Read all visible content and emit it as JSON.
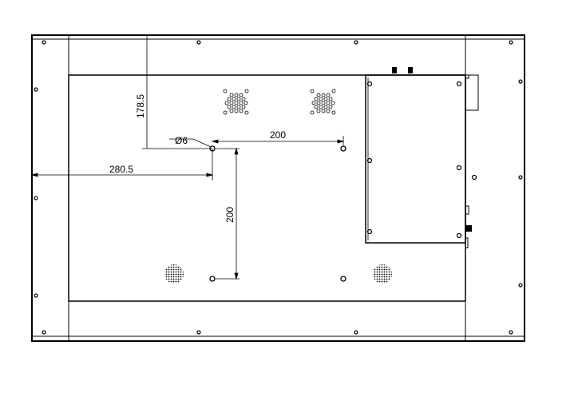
{
  "dimensions": {
    "top_offset": "178.5",
    "left_offset": "280.5",
    "horizontal_spacing": "200",
    "vertical_spacing": "200",
    "hole_diameter": "Ø6"
  }
}
